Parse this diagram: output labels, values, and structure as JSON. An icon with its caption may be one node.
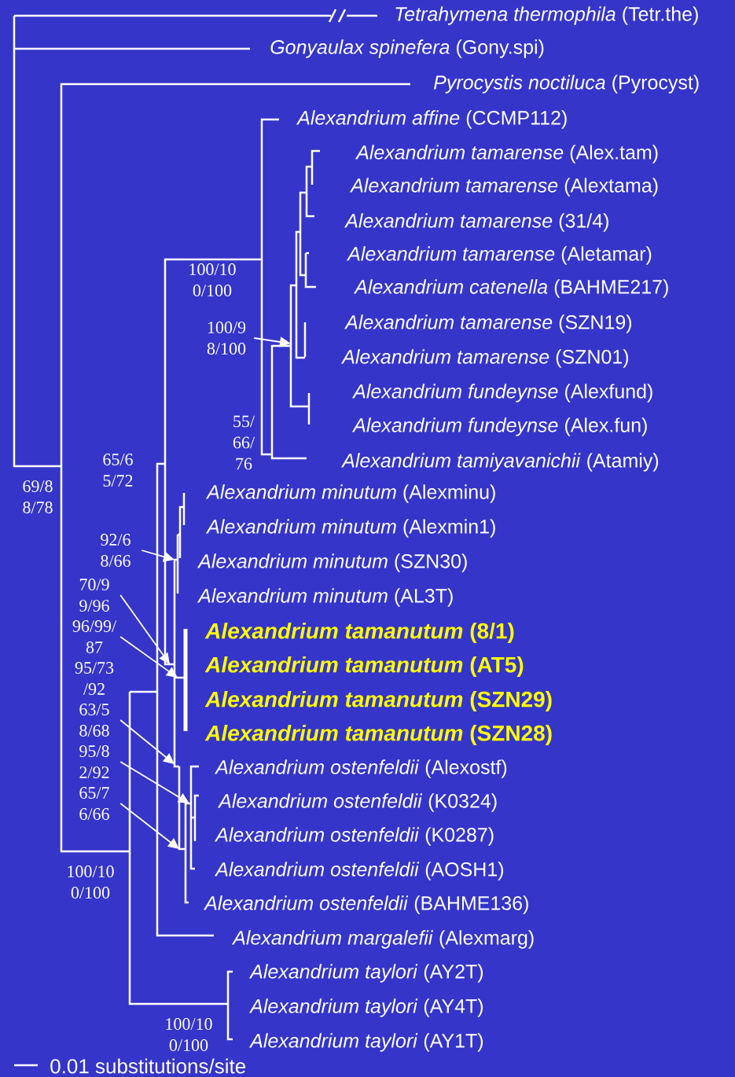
{
  "diagram": {
    "nodes": [
      {
        "text": [
          "*Tetrahymena thermophila* (Tetr.the)"
        ]
      },
      {
        "text": [
          "*Gonyaulax spinefera* (Gony.spi)"
        ]
      },
      {
        "text": [
          "*Pyrocystis noctiluca* (Pyrocyst)"
        ]
      },
      {
        "text": [
          "*Alexandrium affine* (CCMP112)"
        ]
      },
      {
        "text": [
          "*Alexandrium tamarense* (Alex.tam)"
        ]
      },
      {
        "text": [
          "*Alexandrium tamarense* (Alextama)"
        ]
      },
      {
        "text": [
          "*Alexandrium tamarense* (31/4)"
        ]
      },
      {
        "text": [
          "*Alexandrium tamarense* (Aletamar)"
        ]
      },
      {
        "text": [
          "*Alexandrium catenella* (BAHME217)"
        ]
      },
      {
        "text": [
          "*Alexandrium tamarense* (SZN19)"
        ]
      },
      {
        "text": [
          "*Alexandrium tamarense* (SZN01)"
        ]
      },
      {
        "text": [
          "*Alexandrium fundeynse* (Alexfund)"
        ]
      },
      {
        "text": [
          "*Alexandrium fundeynse* (Alex.fun)"
        ]
      },
      {
        "text": [
          "*Alexandrium tamiyavanichii* (Atamiy)"
        ]
      },
      {
        "text": [
          "*Alexandrium minutum* (Alexminu)"
        ]
      },
      {
        "text": [
          "*Alexandrium minutum* (Alexmin1)"
        ]
      },
      {
        "text": [
          "*Alexandrium minutum* (SZN30)"
        ]
      },
      {
        "text": [
          "*Alexandrium minutum* (AL3T)"
        ]
      },
      {
        "text": [
          "*Alexandrium tamanutum* (8/1)"
        ]
      },
      {
        "text": [
          "*Alexandrium tamanutum* (AT5)"
        ]
      },
      {
        "text": [
          "*Alexandrium tamanutum* (SZN29)"
        ]
      },
      {
        "text": [
          "*Alexandrium tamanutum* (SZN28)"
        ]
      },
      {
        "text": [
          "*Alexandrium ostenfeldii* (Alexostf)"
        ]
      },
      {
        "text": [
          "*Alexandrium ostenfeldii* (K0324)"
        ]
      },
      {
        "text": [
          "*Alexandrium ostenfeldii* (K0287)"
        ]
      },
      {
        "text": [
          "*Alexandrium ostenfeldii* (AOSH1)"
        ]
      },
      {
        "text": [
          "*Alexandrium ostenfeldii* (BAHME136)"
        ]
      },
      {
        "text": [
          "*Alexandrium margalefii* (Alexmarg)"
        ]
      },
      {
        "text": [
          "*Alexandrium taylori* (AY2T)"
        ]
      },
      {
        "text": [
          "*Alexandrium taylori* (AY4T)"
        ]
      },
      {
        "text": [
          "*Alexandrium taylori* (AY1T)"
        ]
      },
      {
        "text": [
          "100/9 8/100"
        ]
      },
      {
        "text": [
          "92/6 8/66"
        ]
      },
      {
        "text": [
          "70/9 9/96"
        ]
      },
      {
        "text": [
          "96/99/ 87"
        ]
      },
      {
        "text": [
          "63/5 8/68"
        ]
      },
      {
        "text": [
          "95/8 2/92"
        ]
      },
      {
        "text": [
          "65/7 6/66"
        ]
      }
    ],
    "edges": [
      {
        "from": 31,
        "to": null,
        "arrow": "to"
      },
      {
        "from": 32,
        "to": null,
        "arrow": "to"
      },
      {
        "from": 33,
        "to": null,
        "arrow": "to"
      },
      {
        "from": 34,
        "to": null,
        "arrow": "to"
      },
      {
        "from": 35,
        "to": null,
        "arrow": "to"
      },
      {
        "from": 36,
        "to": null,
        "arrow": "to"
      },
      {
        "from": 37,
        "to": null,
        "arrow": "to"
      }
    ],
    "labels": [
      "100/10 0/100",
      "55/ 66/ 76",
      "65/6 5/72",
      "69/8 8/78",
      "95/73 /92",
      "100/10 0/100",
      "100/10 0/100",
      "0.01 substitutions/site"
    ]
  }
}
